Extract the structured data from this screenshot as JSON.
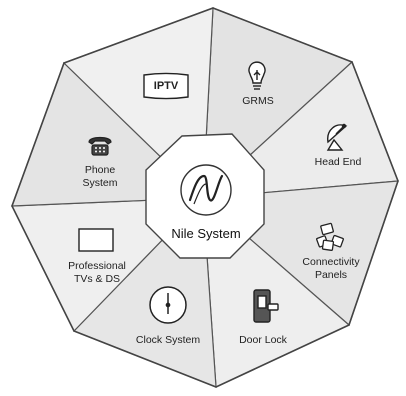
{
  "center": {
    "title": "Nile System"
  },
  "segments": [
    {
      "id": "grms",
      "label": "GRMS",
      "icon": "lightbulb-icon"
    },
    {
      "id": "head-end",
      "label": "Head End",
      "icon": "satellite-dish-icon"
    },
    {
      "id": "connectivity",
      "label": "Connectivity\nPanels",
      "icon": "connectivity-panels-icon"
    },
    {
      "id": "door-lock",
      "label": "Door Lock",
      "icon": "door-lock-icon"
    },
    {
      "id": "clock",
      "label": "Clock System",
      "icon": "clock-icon"
    },
    {
      "id": "tvs",
      "label": "Professional\nTVs & DS",
      "icon": "tv-screen-icon"
    },
    {
      "id": "phone",
      "label": "Phone\nSystem",
      "icon": "telephone-icon"
    },
    {
      "id": "iptv",
      "label": "IPTV",
      "icon": "iptv-screen-icon"
    }
  ],
  "colors": {
    "segment_light": "#f1f1f1",
    "segment_mid": "#e6e6e6",
    "stroke": "#555555",
    "center_fill": "#ffffff"
  }
}
